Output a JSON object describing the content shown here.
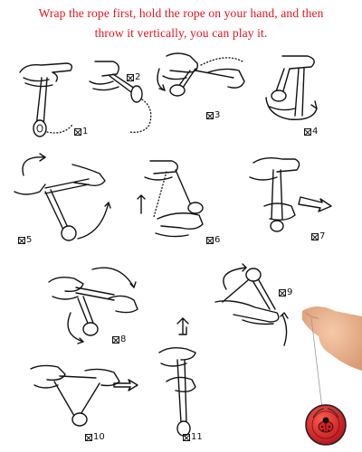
{
  "header": {
    "line1": "Wrap the rope first, hold the rope on your hand, and then",
    "line2": "throw it vertically, you can play it."
  },
  "steps": [
    {
      "label": "1"
    },
    {
      "label": "2"
    },
    {
      "label": "3"
    },
    {
      "label": "4"
    },
    {
      "label": "5"
    },
    {
      "label": "6"
    },
    {
      "label": "7"
    },
    {
      "label": "8"
    },
    {
      "label": "9"
    },
    {
      "label": "10"
    },
    {
      "label": "11"
    }
  ]
}
